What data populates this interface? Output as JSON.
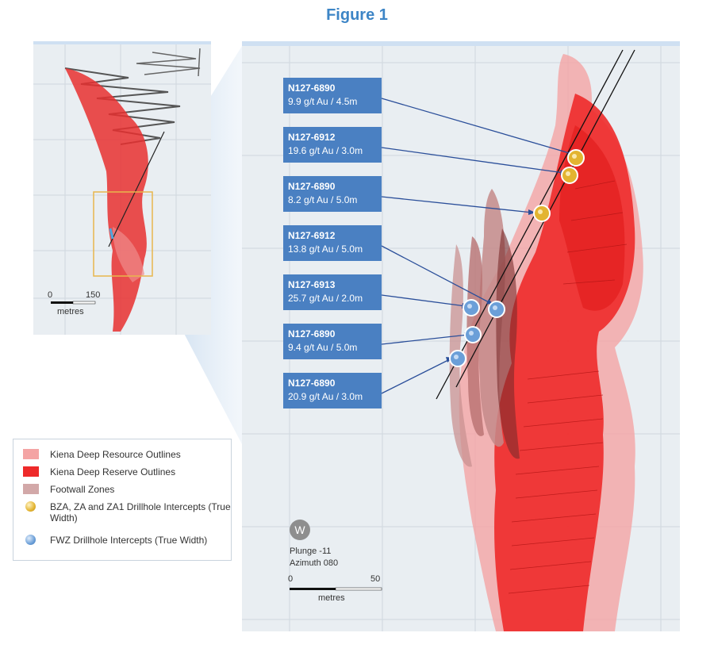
{
  "title": "Figure 1",
  "inset": {
    "scale": {
      "start": "0",
      "end": "150",
      "unit": "metres"
    }
  },
  "main": {
    "callouts": [
      {
        "hole": "N127-6890",
        "grade": "9.9 g/t Au / 4.5m"
      },
      {
        "hole": "N127-6912",
        "grade": "19.6 g/t Au / 3.0m"
      },
      {
        "hole": "N127-6890",
        "grade": "8.2 g/t Au / 5.0m"
      },
      {
        "hole": "N127-6912",
        "grade": "13.8 g/t Au / 5.0m"
      },
      {
        "hole": "N127-6913",
        "grade": "25.7 g/t Au / 2.0m"
      },
      {
        "hole": "N127-6890",
        "grade": "9.4 g/t Au / 5.0m"
      },
      {
        "hole": "N127-6890",
        "grade": "20.9 g/t Au / 3.0m"
      }
    ],
    "compass": "W",
    "plunge": "Plunge -11",
    "azimuth": "Azimuth 080",
    "scale": {
      "start": "0",
      "end": "50",
      "unit": "metres"
    }
  },
  "legend": {
    "items": [
      {
        "label": "Kiena Deep Resource Outlines",
        "kind": "swatch",
        "color": "#f4a4a4"
      },
      {
        "label": "Kiena Deep Reserve Outlines",
        "kind": "swatch",
        "color": "#ee2a2a"
      },
      {
        "label": "Footwall Zones",
        "kind": "swatch",
        "color": "#d2a8a8"
      },
      {
        "label": "BZA, ZA and ZA1 Drillhole Intercepts (True Width)",
        "kind": "dot",
        "color": "#e3b431"
      },
      {
        "label": "FWZ Drillhole Intercepts (True Width)",
        "kind": "dot",
        "color": "#6b9fd8"
      }
    ]
  },
  "colors": {
    "title": "#3d85c6",
    "callout": "#4a80c2",
    "reserve": "#ee2a2a",
    "resource": "#f4a4a4",
    "footwall": "#c48a8a",
    "inset_box": "#e8b64c",
    "arrow": "#2b4f9a"
  }
}
